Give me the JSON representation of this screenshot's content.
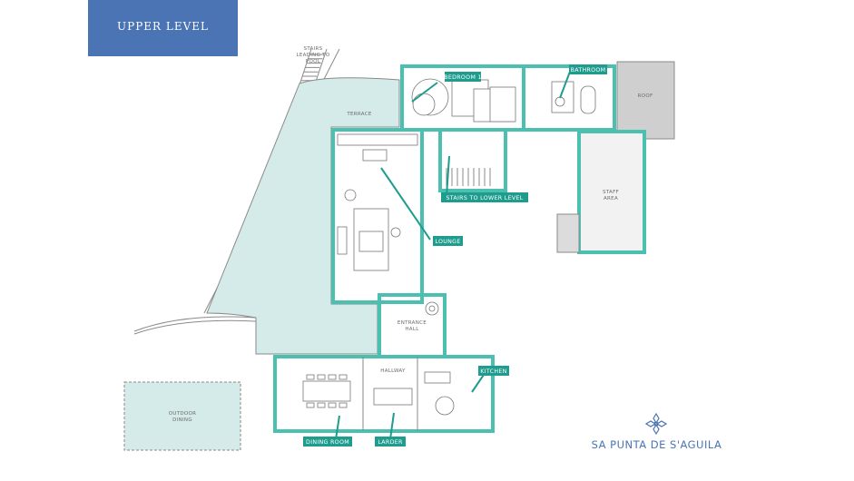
{
  "banner": {
    "title": "UPPER LEVEL"
  },
  "brand": {
    "name": "SA PUNTA DE S'AGUILA",
    "logo": "cross-flower-logo-icon"
  },
  "rooms": {
    "bedroom": "BEDROOM 1",
    "bathroom": "BATHROOM",
    "stairs_lower": "STAIRS TO LOWER LEVEL",
    "lounge": "LOUNGE",
    "kitchen": "KITCHEN",
    "dining_room": "DINING ROOM",
    "larder": "LARDER"
  },
  "areas": {
    "stairs_pool_1": "STAIRS",
    "stairs_pool_2": "LEADING TO",
    "stairs_pool_3": "POOL",
    "terrace": "TERRACE",
    "roof": "ROOF",
    "staff_1": "STAFF",
    "staff_2": "AREA",
    "entrance_1": "ENTRANCE",
    "entrance_2": "HALL",
    "hallway": "HALLWAY",
    "outdoor_1": "OUTDOOR",
    "outdoor_2": "DINING"
  },
  "colors": {
    "wall": "#4bbfb0",
    "terrace_fill": "#d5ebe9",
    "tag": "#1e9c8e",
    "banner": "#4a74b4",
    "roof_fill": "#cfcfcf"
  }
}
